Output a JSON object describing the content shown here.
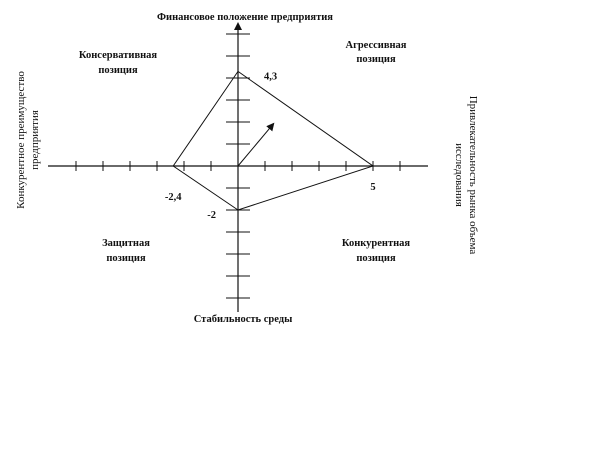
{
  "labels": {
    "top_axis": "Финансовое положение предприятия",
    "bottom_axis": "Стабильность среды",
    "left_axis_line1": "Конкурентное преимущество",
    "left_axis_line2": "предприятия",
    "right_axis_line1": "Привлекательность рынка объема",
    "right_axis_line2": "исследования"
  },
  "quadrants": {
    "top_left": [
      "Консервативная",
      "позиция"
    ],
    "top_right": [
      "Агрессивная",
      "позиция"
    ],
    "bottom_left": [
      "Защитная",
      "позиция"
    ],
    "bottom_right": [
      "Конкурентная",
      "позиция"
    ]
  },
  "chart_data": {
    "type": "polygon",
    "vertices": [
      {
        "x": 0,
        "y": 4.3,
        "label": "4,3"
      },
      {
        "x": 5,
        "y": 0,
        "label": "5"
      },
      {
        "x": 0,
        "y": -2,
        "label": "-2"
      },
      {
        "x": -2.4,
        "y": 0,
        "label": "-2,4"
      }
    ],
    "vector": {
      "from": [
        0,
        0
      ],
      "to": [
        1.3,
        1.9
      ]
    },
    "xlim": [
      -6,
      6
    ],
    "ylim": [
      -6,
      6
    ]
  }
}
